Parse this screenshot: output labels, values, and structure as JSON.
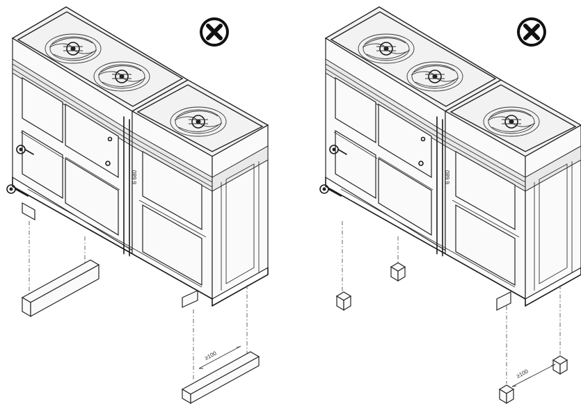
{
  "diagrams": [
    {
      "id": "left",
      "support_type": "beams",
      "marker": "incorrect",
      "dimension_label": "≥100"
    },
    {
      "id": "right",
      "support_type": "pads",
      "marker": "incorrect",
      "dimension_label": "≥100"
    }
  ],
  "colors": {
    "line": "#1a1a1a",
    "marker_fill": "#111111",
    "background": "#ffffff"
  },
  "icons": [
    "x-circle-icon",
    "fan-icon",
    "valve-icon"
  ]
}
